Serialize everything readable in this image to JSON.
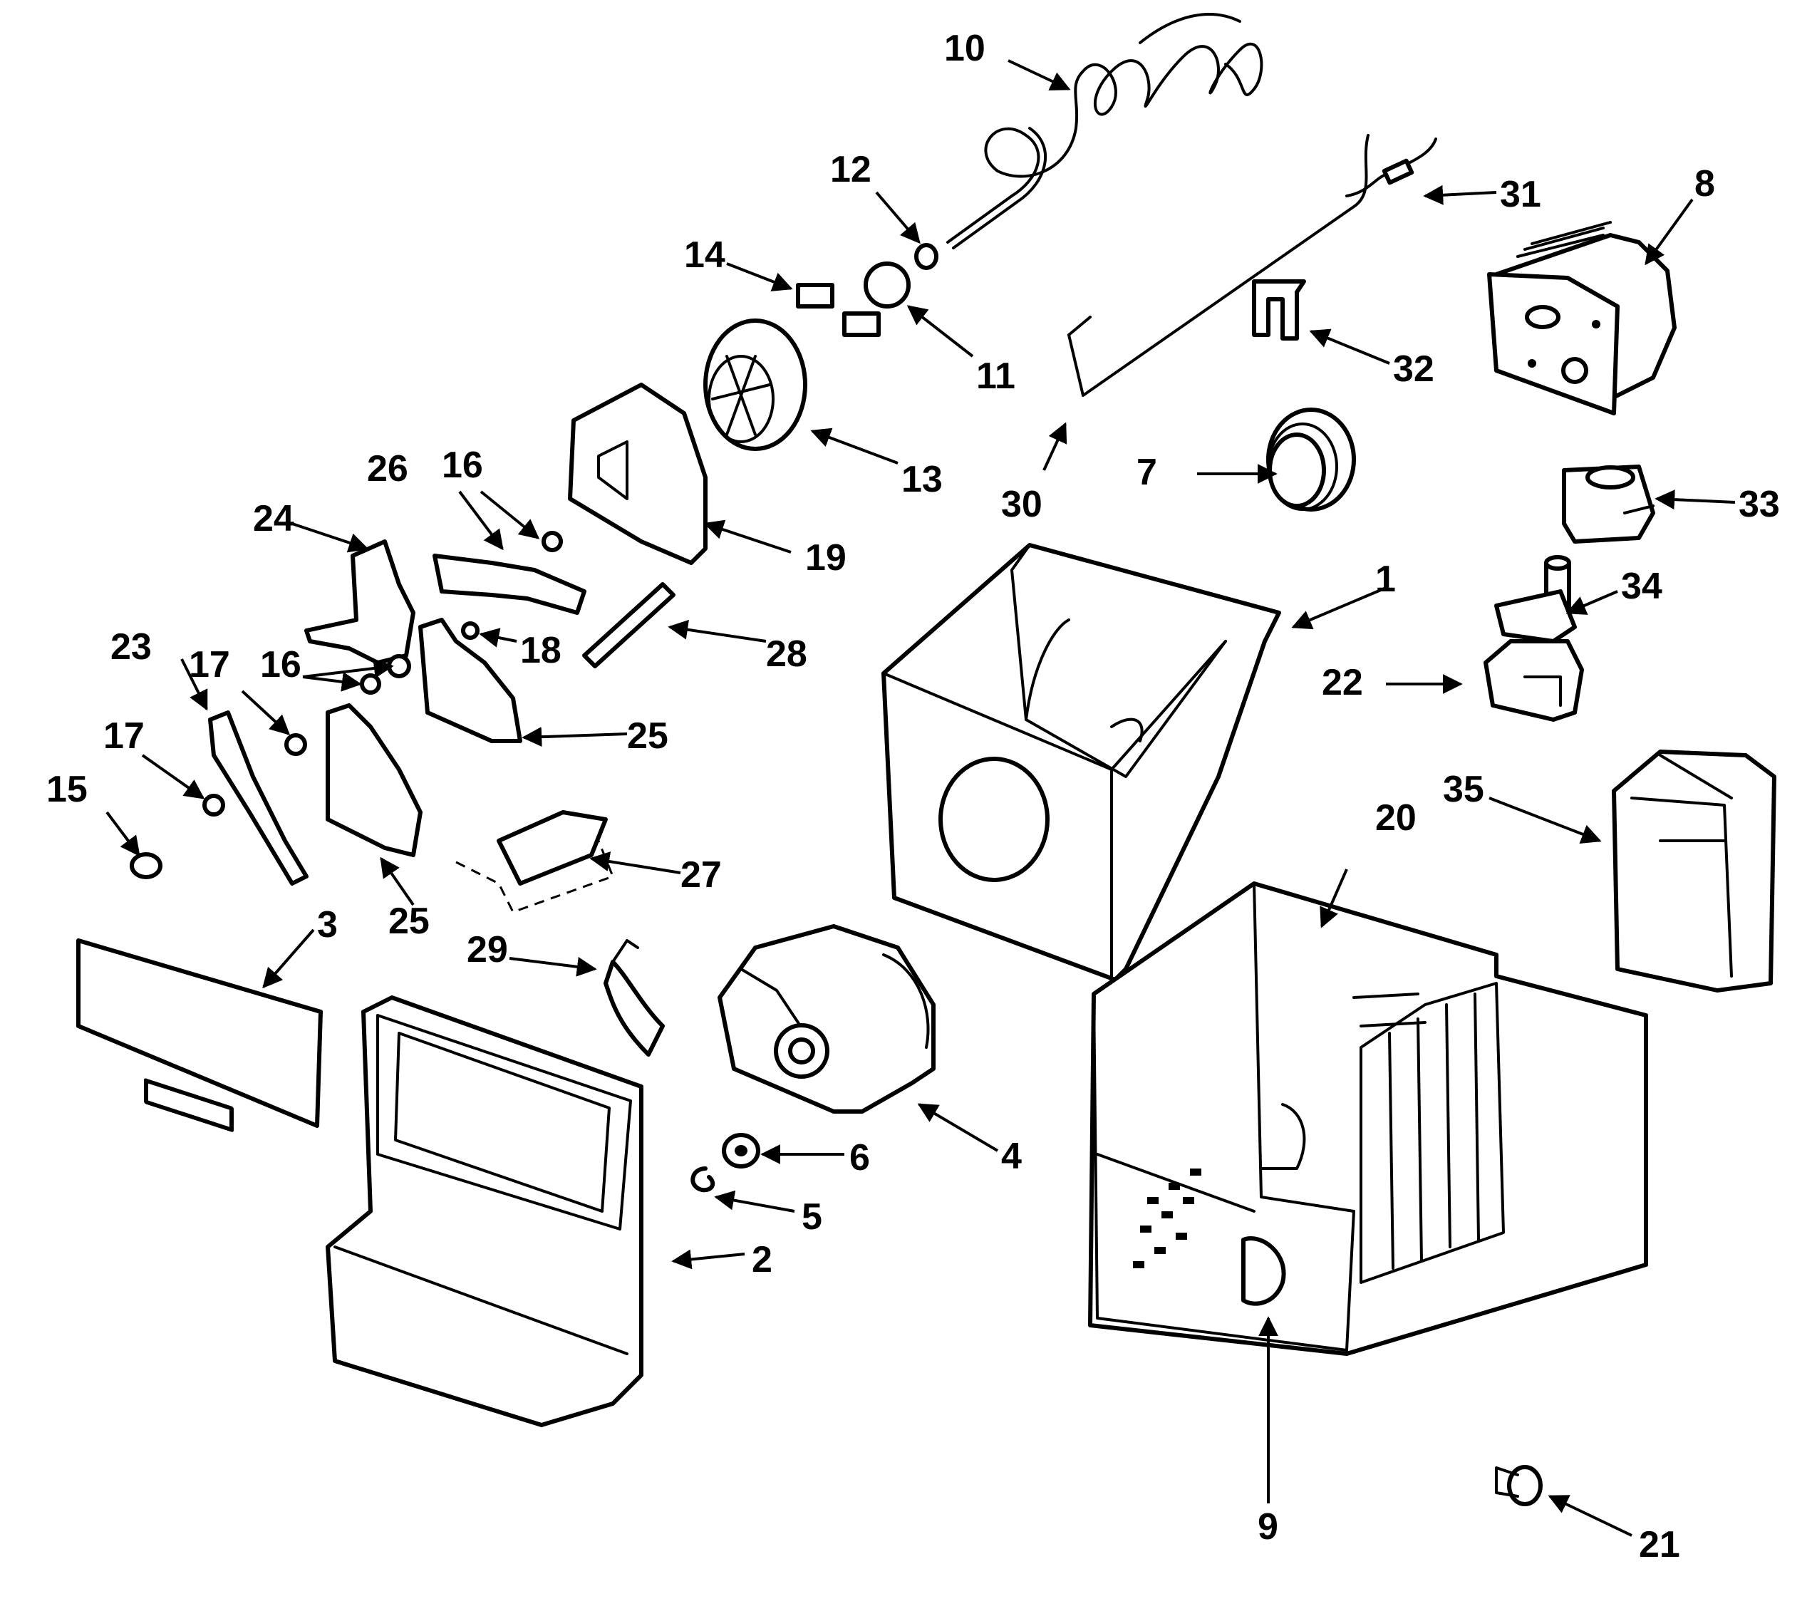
{
  "callouts": [
    {
      "id": "1",
      "text": "1"
    },
    {
      "id": "2",
      "text": "2"
    },
    {
      "id": "3",
      "text": "3"
    },
    {
      "id": "4",
      "text": "4"
    },
    {
      "id": "5",
      "text": "5"
    },
    {
      "id": "6",
      "text": "6"
    },
    {
      "id": "7",
      "text": "7"
    },
    {
      "id": "8",
      "text": "8"
    },
    {
      "id": "9",
      "text": "9"
    },
    {
      "id": "10",
      "text": "10"
    },
    {
      "id": "11",
      "text": "11"
    },
    {
      "id": "12",
      "text": "12"
    },
    {
      "id": "13",
      "text": "13"
    },
    {
      "id": "14",
      "text": "14"
    },
    {
      "id": "15",
      "text": "15"
    },
    {
      "id": "16a",
      "text": "16"
    },
    {
      "id": "16b",
      "text": "16"
    },
    {
      "id": "17a",
      "text": "17"
    },
    {
      "id": "17b",
      "text": "17"
    },
    {
      "id": "18",
      "text": "18"
    },
    {
      "id": "19",
      "text": "19"
    },
    {
      "id": "20",
      "text": "20"
    },
    {
      "id": "21",
      "text": "21"
    },
    {
      "id": "22",
      "text": "22"
    },
    {
      "id": "23",
      "text": "23"
    },
    {
      "id": "24",
      "text": "24"
    },
    {
      "id": "25a",
      "text": "25"
    },
    {
      "id": "25b",
      "text": "25"
    },
    {
      "id": "26",
      "text": "26"
    },
    {
      "id": "27",
      "text": "27"
    },
    {
      "id": "28",
      "text": "28"
    },
    {
      "id": "29",
      "text": "29"
    },
    {
      "id": "30",
      "text": "30"
    },
    {
      "id": "31",
      "text": "31"
    },
    {
      "id": "32",
      "text": "32"
    },
    {
      "id": "33",
      "text": "33"
    },
    {
      "id": "34",
      "text": "34"
    },
    {
      "id": "35",
      "text": "35"
    }
  ]
}
